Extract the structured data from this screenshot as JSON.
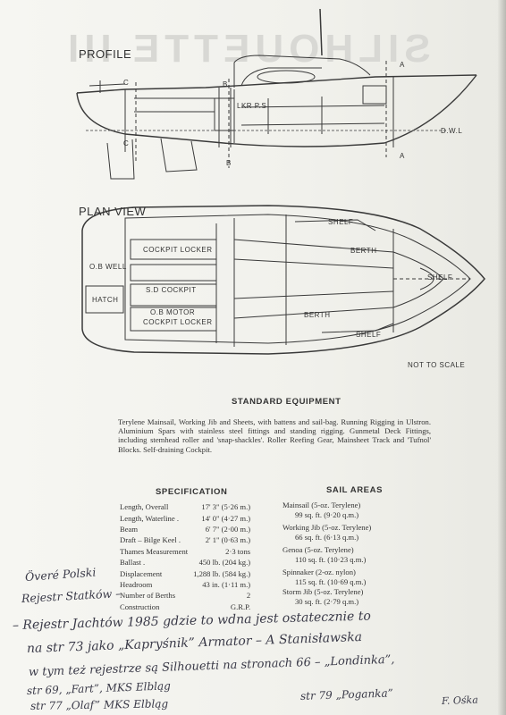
{
  "watermark": "SILHOUETTE III",
  "profile": {
    "title": "PROFILE",
    "labels": {
      "a_top": "A",
      "a_bottom": "A",
      "b_top": "B",
      "b_bottom": "B",
      "c_top": "C",
      "c_bottom": "C",
      "lkr": "LKR P.S",
      "dwl": "D.W.L"
    }
  },
  "plan": {
    "title": "PLAN VIEW",
    "labels": {
      "cockpit_locker": "COCKPIT LOCKER",
      "ob_well": "O.B WELL",
      "sd_cockpit": "S.D COCKPIT",
      "hatch": "HATCH",
      "ob_motor_1": "O.B MOTOR",
      "ob_motor_2": "COCKPIT LOCKER",
      "berth_top": "BERTH",
      "berth_bottom": "BERTH",
      "shelf_top": "SHELF",
      "shelf_mid": "SHELF",
      "shelf_bottom": "SHELF"
    },
    "note": "NOT TO SCALE"
  },
  "equipment": {
    "title": "STANDARD EQUIPMENT",
    "text": "Terylene Mainsail, Working Jib and Sheets, with battens and sail-bag. Running Rigging in Ulstron. Aluminium Spars with stainless steel fittings and standing rigging. Gunmetal Deck Fittings, including stemhead roller and 'snap-shackles'. Roller Reefing Gear, Mainsheet Track and 'Tufnol' Blocks. Self-draining Cockpit."
  },
  "specification": {
    "title": "SPECIFICATION",
    "rows": [
      {
        "label": "Length, Overall",
        "value": "17' 3\" (5·26 m.)"
      },
      {
        "label": "Length, Waterline .",
        "value": "14' 0\" (4·27 m.)"
      },
      {
        "label": "Beam",
        "value": "6' 7\" (2·00 m.)"
      },
      {
        "label": "Draft – Bilge Keel .",
        "value": "2' 1\" (0·63 m.)"
      },
      {
        "label": "Thames Measurement",
        "value": "2·3 tons"
      },
      {
        "label": "Ballast .",
        "value": "450 lb. (204 kg.)"
      },
      {
        "label": "Displacement",
        "value": "1,288 lb. (584 kg.)"
      },
      {
        "label": "Headroom",
        "value": "43 in. (1·11 m.)"
      },
      {
        "label": "Number of Berths",
        "value": "2"
      },
      {
        "label": "Construction",
        "value": "G.R.P."
      }
    ]
  },
  "sail_areas": {
    "title": "SAIL AREAS",
    "items": [
      {
        "name": "Mainsail (5-oz. Terylene)",
        "value": "99 sq. ft. (9·20 q.m.)"
      },
      {
        "name": "Working Jib (5-oz. Terylene)",
        "value": "66 sq. ft. (6·13 q.m.)"
      },
      {
        "name": "Genoa (5-oz. Terylene)",
        "value": "110 sq. ft. (10·23 q.m.)"
      },
      {
        "name": "Spinnaker (2-oz. nylon)",
        "value": "115 sq. ft. (10·69 q.m.)"
      },
      {
        "name": "Storm Jib (5-oz. Terylene)",
        "value": "30 sq. ft. (2·79 q.m.)"
      }
    ]
  },
  "handwriting": {
    "l1": "Överé Polski",
    "l2": "Rejestr Statków –",
    "l3": "– Rejestr Jachtów 1985 gdzie to wdna jest ostatecznie to",
    "l4": "na str 73 jako „Kapryśnik” Armator – A Stanisławska",
    "l5": "w tym też rejestrze są Silhouetti na stronach 66 – „Londinka”,",
    "l6": "str 69, „Fart”, MKS Elbląg",
    "l7": "str 77 „Olaf” MKS Elbląg",
    "l8": "str 79 „Poganka”",
    "l9": "F. Ośka"
  }
}
